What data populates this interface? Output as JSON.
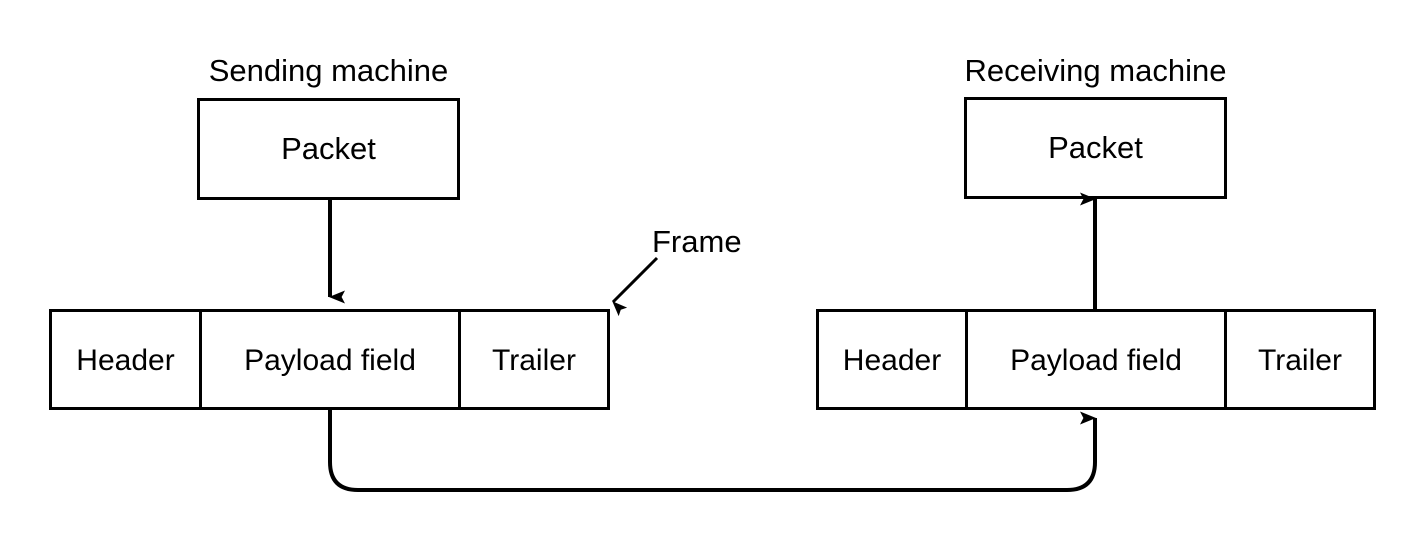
{
  "diagram": {
    "title_sending": "Sending machine",
    "title_receiving": "Receiving machine",
    "annotation_frame": "Frame",
    "stroke_color": "#000000",
    "background_color": "#ffffff",
    "sending": {
      "packet_label": "Packet",
      "frame_cells": [
        {
          "label": "Header"
        },
        {
          "label": "Payload field"
        },
        {
          "label": "Trailer"
        }
      ]
    },
    "receiving": {
      "packet_label": "Packet",
      "frame_cells": [
        {
          "label": "Header"
        },
        {
          "label": "Payload field"
        },
        {
          "label": "Trailer"
        }
      ]
    },
    "connectors": [
      {
        "name": "sending-packet-to-frame",
        "direction": "down"
      },
      {
        "name": "receiving-frame-to-packet",
        "direction": "up"
      },
      {
        "name": "frame-annotation-pointer",
        "direction": "down-left"
      },
      {
        "name": "transmission-path",
        "direction": "left-to-right"
      }
    ]
  }
}
